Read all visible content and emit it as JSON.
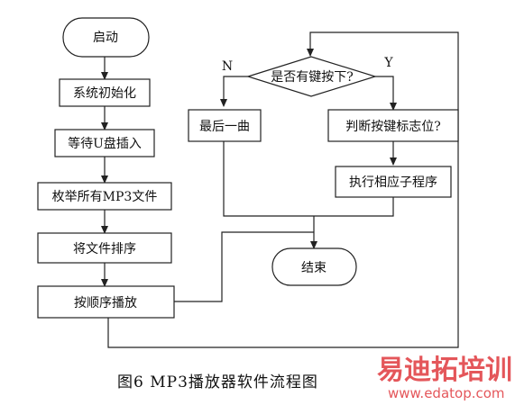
{
  "flowchart": {
    "nodes": {
      "start": "启动",
      "init": "系统初始化",
      "wait_usb": "等待U盘插入",
      "enumerate": "枚举所有MP3文件",
      "sort": "将文件排序",
      "play": "按顺序播放",
      "decision": "是否有键按下?",
      "last_song": "最后一曲",
      "check_flag": "判断按键标志位?",
      "execute": "执行相应子程序",
      "end": "结束"
    },
    "branch_labels": {
      "no": "N",
      "yes": "Y"
    }
  },
  "caption": "图6   MP3播放器软件流程图",
  "watermark": {
    "name": "易迪拓培训",
    "url": "www.edatop.com",
    "color": "#e0393e"
  }
}
